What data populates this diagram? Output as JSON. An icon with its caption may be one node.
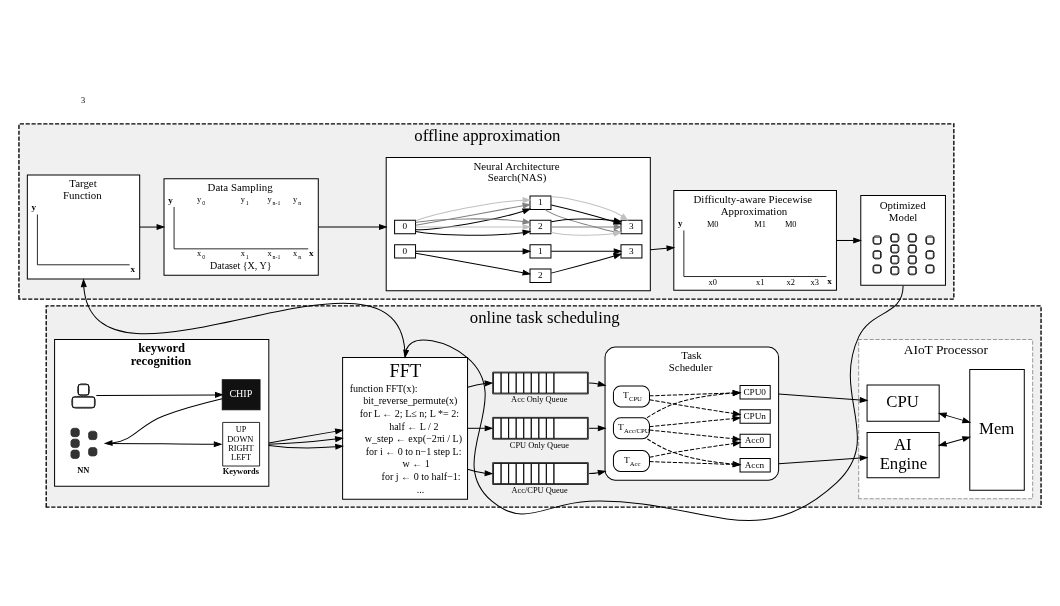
{
  "diagram": {
    "nodes": [
      {
        "text": [
          "offline approximation"
        ]
      },
      {
        "text": [
          "Target Function",
          "y",
          "x"
        ],
        "in": 0
      },
      {
        "text": [
          "Data Sampling",
          "y",
          "y$_{0}$",
          "y$_{1}$",
          "y$_{n-1}$",
          "y$_{n}$",
          "x$_{0}$",
          "x$_{1}$",
          "x$_{n-1}$",
          "x$_{n}$",
          "x",
          "Dataset {X, Y}"
        ],
        "in": 0
      },
      {
        "text": [
          "Neural Architecture Search(NAS)"
        ],
        "in": 0
      },
      {
        "text": [
          "0"
        ],
        "in": 3
      },
      {
        "text": [
          "1"
        ],
        "in": 3
      },
      {
        "text": [
          "2"
        ],
        "in": 3
      },
      {
        "text": [
          "3"
        ],
        "in": 3
      },
      {
        "text": [
          "0"
        ],
        "in": 3
      },
      {
        "text": [
          "1"
        ],
        "in": 3
      },
      {
        "text": [
          "2"
        ],
        "in": 3
      },
      {
        "text": [
          "3"
        ],
        "in": 3
      },
      {
        "text": [
          "Difficulty-aware Piecewise Approximation",
          "y",
          "M0",
          "M1",
          "M0",
          "x0",
          "x1",
          "x2",
          "x3",
          "x"
        ],
        "in": 0
      },
      {
        "text": [
          "Optimized Model"
        ],
        "in": 0
      },
      {
        "text": [
          "online task scheduling"
        ]
      },
      {
        "text": [
          "keyword recognition"
        ],
        "in": 14
      },
      {
        "text": [],
        "shape": "person",
        "in": 15
      },
      {
        "text": [
          "CHIP"
        ],
        "in": 15
      },
      {
        "text": [],
        "shape": "picture",
        "beside": [
          "NN"
        ],
        "in": 15
      },
      {
        "text": [
          "UP DOWN RIGHT LEFT"
        ],
        "beside": [
          "Keywords"
        ],
        "in": 15
      },
      {
        "text": [
          "FFT",
          "function FFT(x):",
          "bit_reverse_permute(x)",
          "for L ← 2; L≤ n; L *= 2:",
          "half ← L / 2",
          "w_step ← exp(−2πi / L)",
          "for i ← 0 to n−1 step L:",
          "w ← 1",
          "for j ← 0 to half−1:",
          "..."
        ],
        "in": 14
      },
      {
        "text": [],
        "shape": "queue",
        "beside": [
          "Acc Only Queue"
        ],
        "in": 14
      },
      {
        "text": [],
        "shape": "queue",
        "beside": [
          "CPU Only Queue"
        ],
        "in": 14
      },
      {
        "text": [],
        "shape": "queue",
        "beside": [
          "Acc/CPU Queue"
        ],
        "in": 14
      },
      {
        "text": [
          "Task Scheduler"
        ],
        "in": 14
      },
      {
        "text": [
          "T$_{CPU}$"
        ],
        "in": 24
      },
      {
        "text": [
          "T$_{Acc/CPU}$"
        ],
        "in": 24
      },
      {
        "text": [
          "T$_{Acc}$"
        ],
        "in": 24
      },
      {
        "text": [
          "CPU0"
        ],
        "in": 24
      },
      {
        "text": [
          "CPUn"
        ],
        "in": 24
      },
      {
        "text": [
          "Acc0"
        ],
        "in": 24
      },
      {
        "text": [
          "Accn"
        ],
        "in": 24
      },
      {
        "text": [
          "AIoT Processor"
        ],
        "in": 14
      },
      {
        "text": [
          "CPU"
        ],
        "in": 32
      },
      {
        "text": [
          "AI Engine"
        ],
        "in": 32
      },
      {
        "text": [
          "Mem"
        ],
        "in": 32
      }
    ],
    "edges": [
      {
        "from": 1,
        "to": 2,
        "arrow": "to"
      },
      {
        "from": 2,
        "to": 3,
        "arrow": "to"
      },
      {
        "from": 3,
        "to": 12,
        "arrow": "to"
      },
      {
        "from": 12,
        "to": 13,
        "arrow": "to"
      },
      {
        "from": 13,
        "to": 20,
        "arrow": "to"
      },
      {
        "from": 20,
        "to": 1,
        "arrow": "to"
      },
      {
        "from": 4,
        "to": 5,
        "arrow": "to"
      },
      {
        "from": 4,
        "to": 5,
        "arrow": "to",
        "color": "#808080"
      },
      {
        "from": 4,
        "to": 5,
        "arrow": "to",
        "color": "#c0c0c0"
      },
      {
        "from": 4,
        "to": 6,
        "arrow": "to"
      },
      {
        "from": 4,
        "to": 6,
        "arrow": "to",
        "color": "#c0c0c0"
      },
      {
        "from": 4,
        "to": 6,
        "arrow": "to",
        "color": "#808080"
      },
      {
        "from": 5,
        "to": 7,
        "arrow": "to",
        "color": "#808080"
      },
      {
        "from": 5,
        "to": 7,
        "arrow": "to"
      },
      {
        "from": 5,
        "to": 7,
        "arrow": "to",
        "color": "#c0c0c0"
      },
      {
        "from": 6,
        "to": 7,
        "arrow": "to",
        "color": "#c0c0c0"
      },
      {
        "from": 6,
        "to": 7,
        "arrow": "to",
        "color": "#808080"
      },
      {
        "from": 6,
        "to": 7,
        "arrow": "to"
      },
      {
        "from": 8,
        "to": 9,
        "arrow": "to"
      },
      {
        "from": 8,
        "to": 10,
        "arrow": "to"
      },
      {
        "from": 9,
        "to": 11,
        "arrow": "to"
      },
      {
        "from": 10,
        "to": 11,
        "arrow": "to"
      },
      {
        "from": 16,
        "to": 17,
        "arrow": "to"
      },
      {
        "from": 17,
        "to": 18,
        "arrow": "to"
      },
      {
        "from": 18,
        "to": 19,
        "arrow": "to"
      },
      {
        "from": 15,
        "to": 20,
        "arrow": "to"
      },
      {
        "from": 15,
        "to": 20,
        "arrow": "to"
      },
      {
        "from": 15,
        "to": 20,
        "arrow": "to"
      },
      {
        "from": 20,
        "to": 21,
        "arrow": "to"
      },
      {
        "from": 20,
        "to": 22,
        "arrow": "to"
      },
      {
        "from": 20,
        "to": 23,
        "arrow": "to"
      },
      {
        "from": 21,
        "to": 24,
        "arrow": "to"
      },
      {
        "from": 22,
        "to": 24,
        "arrow": "to"
      },
      {
        "from": 23,
        "to": 24,
        "arrow": "to"
      },
      {
        "from": 25,
        "to": 28,
        "arrow": "to",
        "style": "dashed"
      },
      {
        "from": 25,
        "to": 29,
        "arrow": "to",
        "style": "dashed"
      },
      {
        "from": 26,
        "to": 28,
        "arrow": "to",
        "style": "dashed"
      },
      {
        "from": 26,
        "to": 29,
        "arrow": "to",
        "style": "dashed"
      },
      {
        "from": 26,
        "to": 30,
        "arrow": "to",
        "style": "dashed"
      },
      {
        "from": 26,
        "to": 31,
        "arrow": "to",
        "style": "dashed"
      },
      {
        "from": 27,
        "to": 30,
        "arrow": "to",
        "style": "dashed"
      },
      {
        "from": 27,
        "to": 31,
        "arrow": "to",
        "style": "dashed"
      },
      {
        "from": 24,
        "to": 33,
        "arrow": "to"
      },
      {
        "from": 24,
        "to": 34,
        "arrow": "to"
      },
      {
        "from": 33,
        "to": 35,
        "arrow": "both"
      },
      {
        "from": 34,
        "to": 35,
        "arrow": "both"
      }
    ],
    "labels": [
      "3"
    ]
  }
}
